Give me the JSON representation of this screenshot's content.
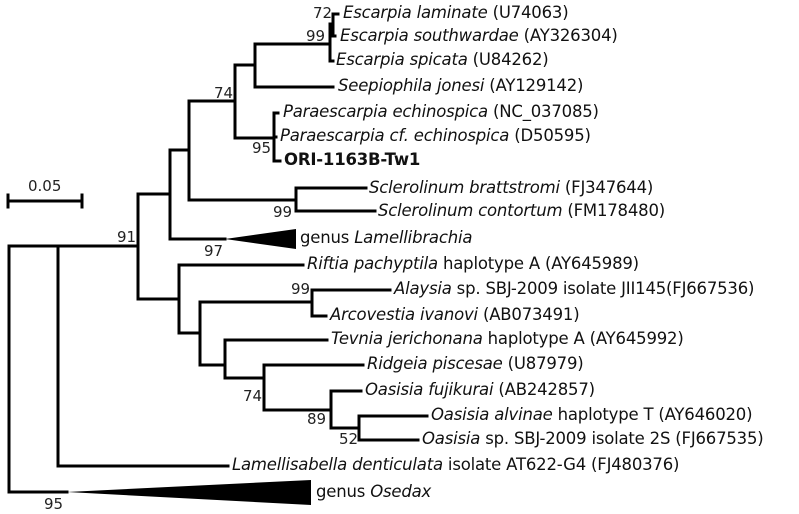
{
  "scale_bar": {
    "label": "0.05"
  },
  "taxa": [
    {
      "genus_species": "Escarpia laminate",
      "rest": " (U74063)"
    },
    {
      "genus_species": "Escarpia southwardae",
      "rest": " (AY326304)"
    },
    {
      "genus_species": "Escarpia spicata",
      "rest": " (U84262)"
    },
    {
      "genus_species": "Seepiophila jonesi",
      "rest": " (AY129142)"
    },
    {
      "genus_species": "Paraescarpia echinospica",
      "rest": " (NC_037085)"
    },
    {
      "genus_species": "Paraescarpia cf. echinospica",
      "rest": " (D50595)"
    },
    {
      "bold": "ORI-1163B-Tw1"
    },
    {
      "genus_species": "Sclerolinum brattstromi",
      "rest": " (FJ347644)"
    },
    {
      "genus_species": "Sclerolinum contortum",
      "rest": " (FM178480)"
    },
    {
      "prefix": "genus ",
      "genus_species": "Lamellibrachia"
    },
    {
      "genus_species": "Riftia pachyptila",
      "rest": " haplotype A (AY645989)"
    },
    {
      "genus_species": "Alaysia",
      "rest": " sp. SBJ-2009 isolate JII145(FJ667536)"
    },
    {
      "genus_species": "Arcovestia ivanovi",
      "rest": " (AB073491)"
    },
    {
      "genus_species": "Tevnia jerichonana",
      "rest": " haplotype A (AY645992)"
    },
    {
      "genus_species": "Ridgeia piscesae",
      "rest": " (U87979)"
    },
    {
      "genus_species": "Oasisia fujikurai",
      "rest": " (AB242857)"
    },
    {
      "genus_species": "Oasisia alvinae",
      "rest": " haplotype T (AY646020)"
    },
    {
      "genus_species": "Oasisia",
      "rest": " sp. SBJ-2009 isolate 2S (FJ667535)"
    },
    {
      "genus_species": "Lamellisabella denticulata",
      "rest": " isolate AT622-G4 (FJ480376)"
    },
    {
      "prefix": "genus ",
      "genus_species": "Osedax"
    }
  ],
  "bootstrap": [
    "72",
    "99",
    "74",
    "95",
    "99",
    "97",
    "91",
    "99",
    "74",
    "89",
    "52",
    "95"
  ]
}
